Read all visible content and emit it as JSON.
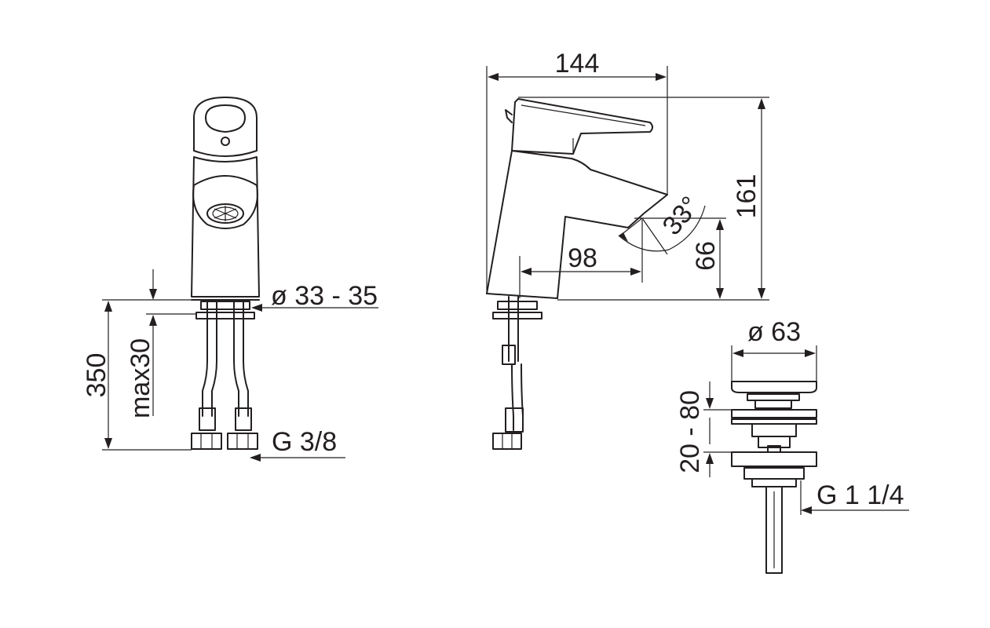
{
  "dimensions": {
    "overall_width": "144",
    "overall_height": "161",
    "spout_reach": "98",
    "spout_height": "66",
    "spout_angle": "33°",
    "base_diameter": "ø 33 - 35",
    "hose_length": "350",
    "max_deck_thickness": "max30",
    "hose_thread": "G 3/8",
    "waste_diameter": "ø 63",
    "waste_range": "20 - 80",
    "waste_thread": "G 1 1/4"
  }
}
